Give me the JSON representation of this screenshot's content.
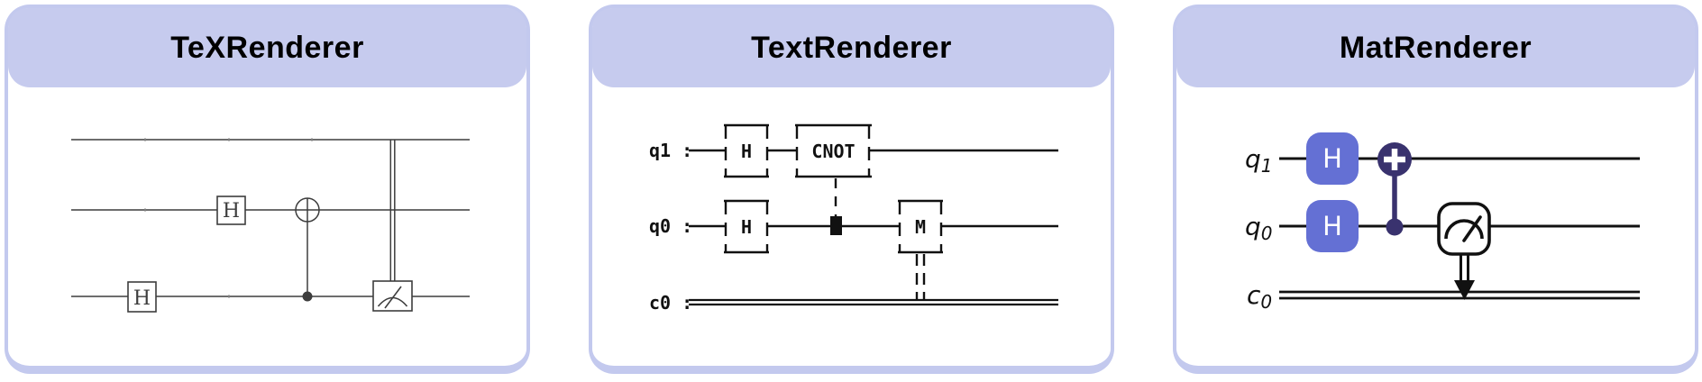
{
  "figure": {
    "description": "Comparison of three quantum circuit renderers",
    "colors": {
      "header_fill": "#c6cbee",
      "card_border": "#c3c9ee",
      "tex_stroke": "#3d3d3d",
      "text_stroke": "#111111",
      "mat_wire": "#111111",
      "mat_gate_blue": "#6470d4",
      "mat_gate_dark": "#39326e"
    }
  },
  "panels": [
    {
      "title": "TeXRenderer",
      "gates": {
        "h_mid": "H",
        "h_bottom": "H"
      }
    },
    {
      "title": "TextRenderer",
      "wire_labels": {
        "q1": "q1 :",
        "q0": "q0 :",
        "c0": "c0 :"
      },
      "gates": {
        "h_q1": "H",
        "cnot": "CNOT",
        "h_q0": "H",
        "measure": "M"
      }
    },
    {
      "title": "MatRenderer",
      "wire_labels": {
        "q1_base": "q",
        "q1_sub": "1",
        "q0_base": "q",
        "q0_sub": "0",
        "c0_base": "c",
        "c0_sub": "0"
      },
      "gates": {
        "h_q1": "H",
        "h_q0": "H"
      }
    }
  ]
}
